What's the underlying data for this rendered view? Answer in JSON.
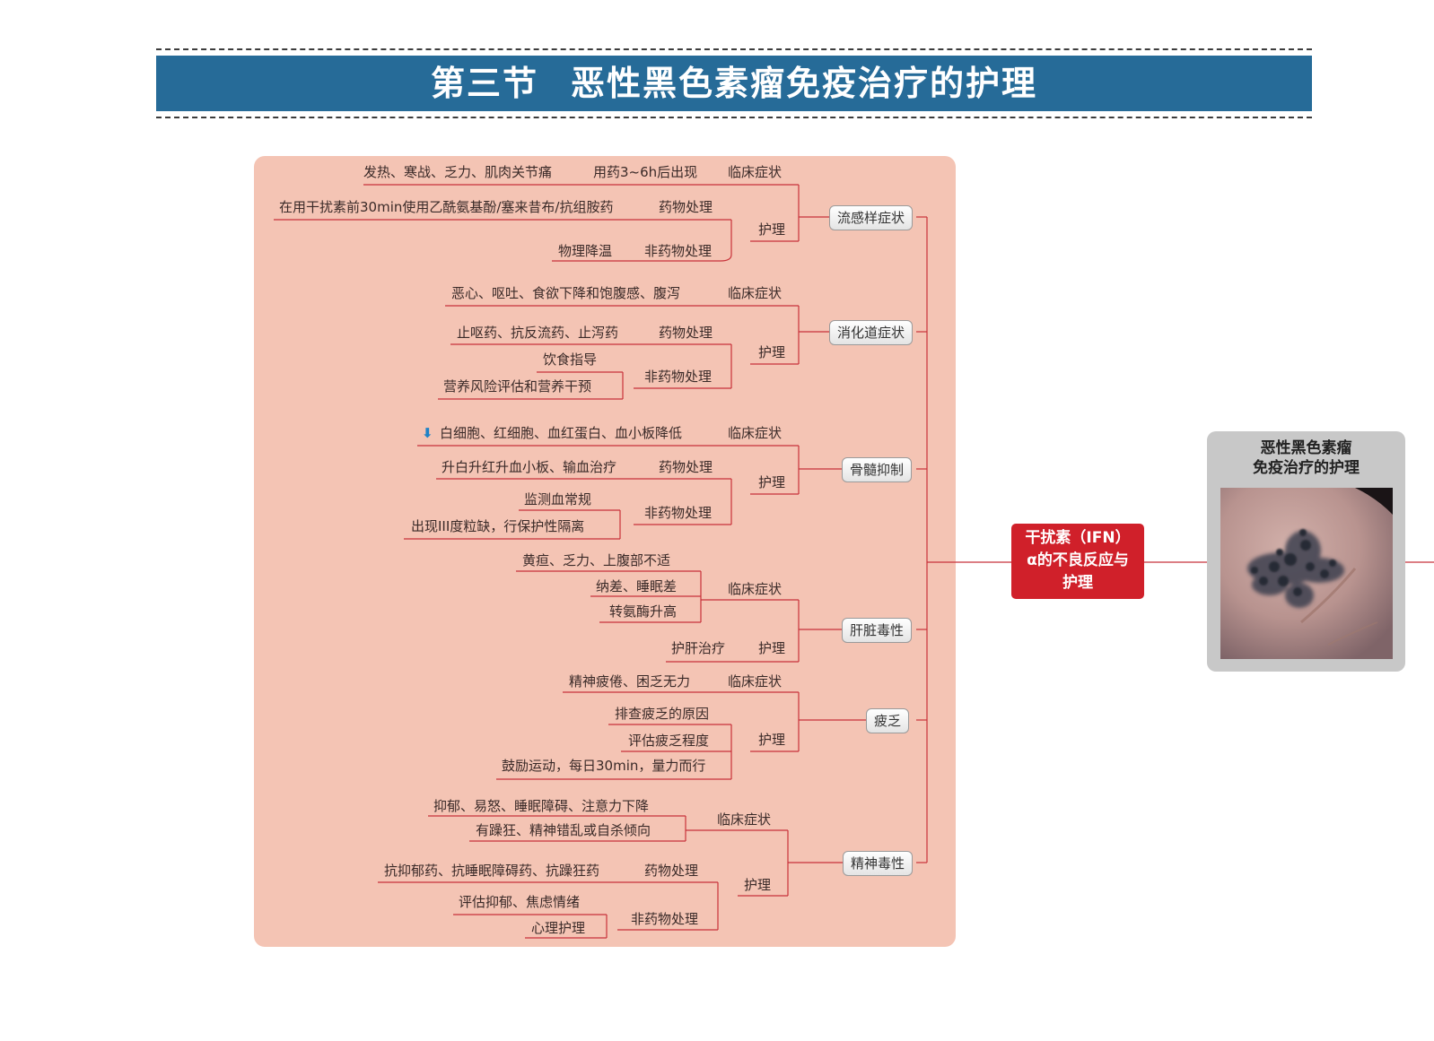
{
  "header": {
    "section": "第三节",
    "title": "恶性黑色素瘤免疫治疗的护理"
  },
  "center_node": {
    "label_line1": "干扰素（IFN）",
    "label_line2": "α的不良反应与",
    "label_line3": "护理"
  },
  "image_card": {
    "title_line1": "恶性黑色素瘤",
    "title_line2": "免疫治疗的护理"
  },
  "branches": {
    "flu": {
      "label": "流感样症状",
      "clinical_label": "临床症状",
      "clinical_detail": "用药3~6h后出现",
      "clinical_symptoms": "发热、寒战、乏力、肌肉关节痛",
      "care_label": "护理",
      "drug_label": "药物处理",
      "drug_text": "在用干扰素前30min使用乙酰氨基酚/塞来昔布/抗组胺药",
      "nondrug_label": "非药物处理",
      "nondrug_text": "物理降温"
    },
    "gi": {
      "label": "消化道症状",
      "clinical_label": "临床症状",
      "clinical_text": "恶心、呕吐、食欲下降和饱腹感、腹泻",
      "care_label": "护理",
      "drug_label": "药物处理",
      "drug_text": "止呕药、抗反流药、止泻药",
      "nondrug_label": "非药物处理",
      "nondrug_items": [
        "饮食指导",
        "营养风险评估和营养干预"
      ]
    },
    "marrow": {
      "label": "骨髓抑制",
      "clinical_label": "临床症状",
      "clinical_arrow": "⬇",
      "clinical_text": "白细胞、红细胞、血红蛋白、血小板降低",
      "care_label": "护理",
      "drug_label": "药物处理",
      "drug_text": "升白升红升血小板、输血治疗",
      "nondrug_label": "非药物处理",
      "nondrug_items": [
        "监测血常规",
        "出现III度粒缺，行保护性隔离"
      ]
    },
    "liver": {
      "label": "肝脏毒性",
      "clinical_label": "临床症状",
      "clinical_items": [
        "黄疸、乏力、上腹部不适",
        "纳差、睡眠差",
        "转氨酶升高"
      ],
      "care_label": "护理",
      "care_text": "护肝治疗"
    },
    "fatigue": {
      "label": "疲乏",
      "clinical_label": "临床症状",
      "clinical_text": "精神疲倦、困乏无力",
      "care_label": "护理",
      "care_items": [
        "排查疲乏的原因",
        "评估疲乏程度",
        "鼓励运动，每日30min，量力而行"
      ]
    },
    "psych": {
      "label": "精神毒性",
      "clinical_label": "临床症状",
      "clinical_items": [
        "抑郁、易怒、睡眠障碍、注意力下降",
        "有躁狂、精神错乱或自杀倾向"
      ],
      "care_label": "护理",
      "drug_label": "药物处理",
      "drug_text": "抗抑郁药、抗睡眠障碍药、抗躁狂药",
      "nondrug_label": "非药物处理",
      "nondrug_items": [
        "评估抑郁、焦虑情绪",
        "心理护理"
      ]
    }
  },
  "colors": {
    "banner": "#266b98",
    "panel": "#f4c4b4",
    "line": "#c8323a",
    "center_node": "#d0202a",
    "arrow": "#1f82c6"
  }
}
